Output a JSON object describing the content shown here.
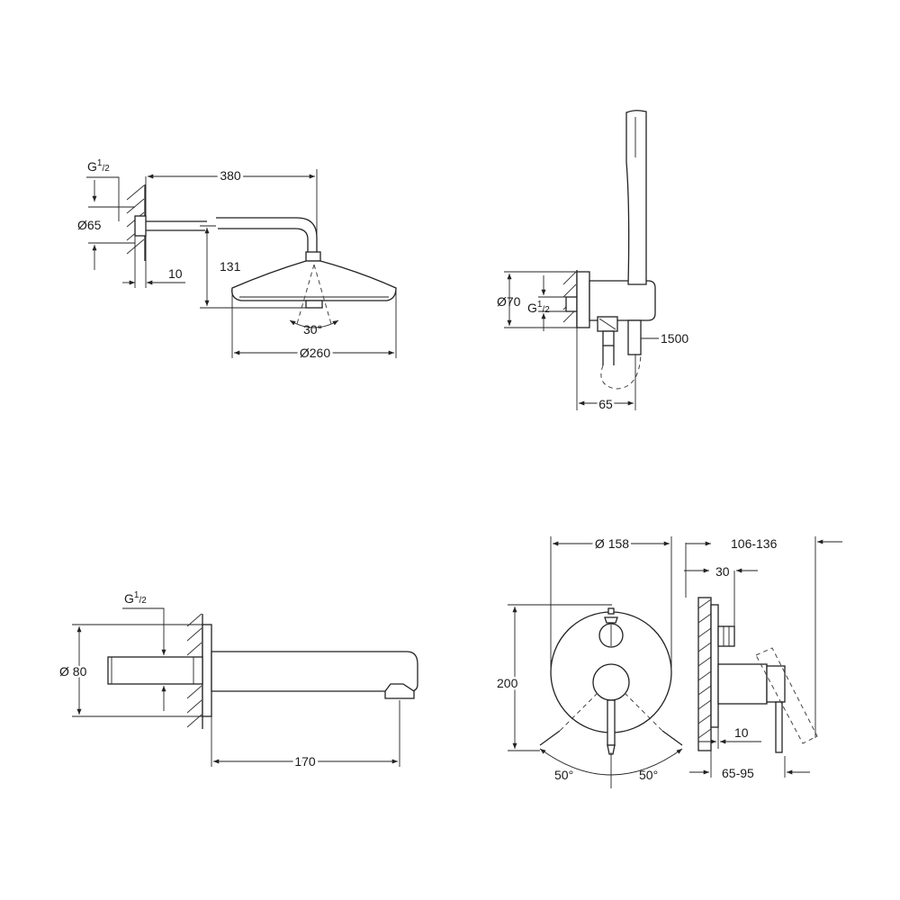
{
  "head_shower": {
    "thread_prefix": "G",
    "thread_num": "1",
    "thread_den": "2",
    "arm_length": "380",
    "flange_diameter": "Ø65",
    "wall_offset": "10",
    "drop_height": "131",
    "spray_angle": "30°",
    "head_diameter": "Ø260"
  },
  "hand_shower": {
    "outlet_diameter": "Ø70",
    "thread_prefix": "G",
    "thread_num": "1",
    "thread_den": "2",
    "hose_length": "1500",
    "projection": "65"
  },
  "spout": {
    "thread_prefix": "G",
    "thread_num": "1",
    "thread_den": "2",
    "rosette_diameter": "Ø 80",
    "spout_length": "170"
  },
  "mixer": {
    "plate_diameter": "Ø 158",
    "plate_height": "200",
    "angle_left": "50°",
    "angle_right": "50°",
    "install_depth": "106-136",
    "box_depth": "30",
    "wall_gap": "10",
    "lever_projection": "65-95"
  }
}
